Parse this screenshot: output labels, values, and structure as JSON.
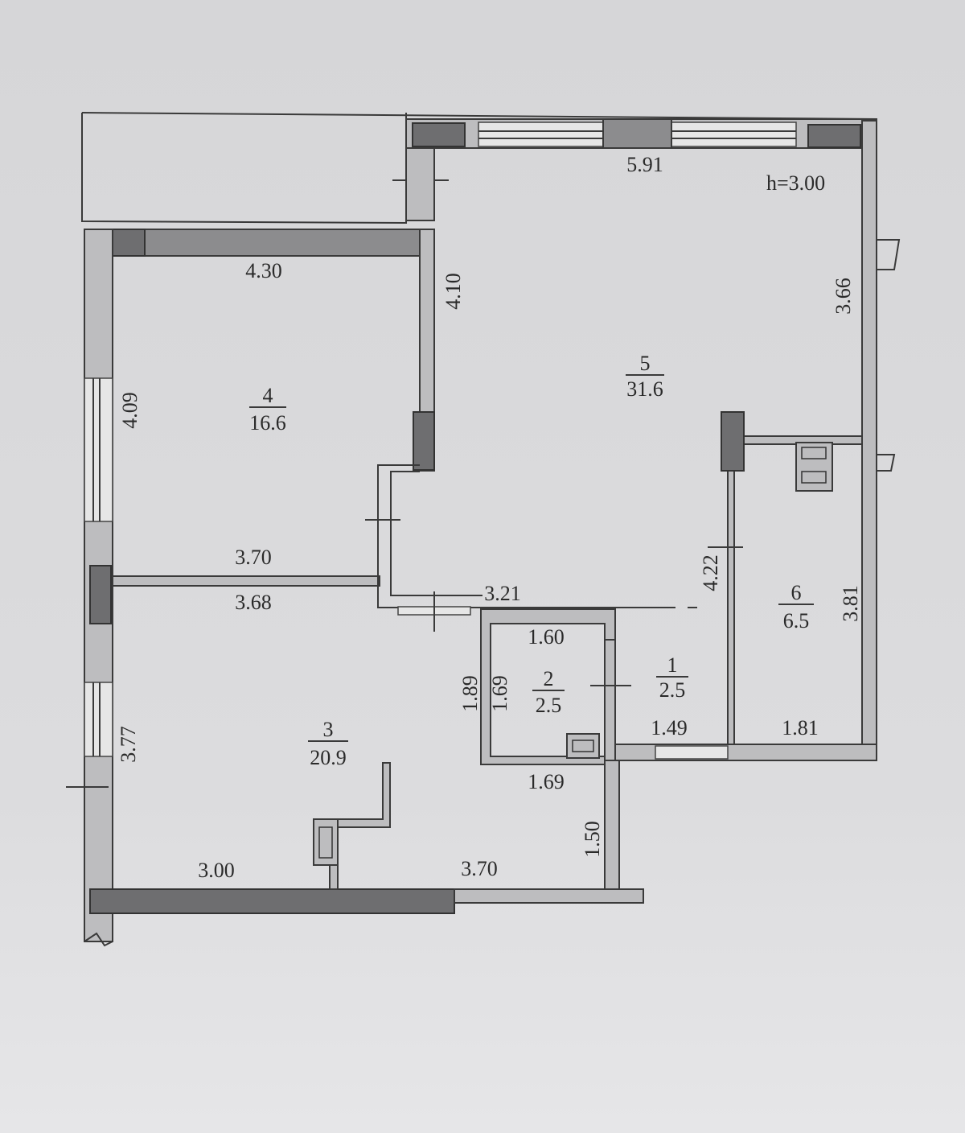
{
  "plan": {
    "ceiling_height": "h=3.00",
    "rooms": [
      {
        "number": "1",
        "area": "2.5"
      },
      {
        "number": "2",
        "area": "2.5"
      },
      {
        "number": "3",
        "area": "20.9"
      },
      {
        "number": "4",
        "area": "16.6"
      },
      {
        "number": "5",
        "area": "31.6"
      },
      {
        "number": "6",
        "area": "6.5"
      }
    ],
    "dimensions": {
      "room5_top": "5.91",
      "room5_right": "3.66",
      "room5_left": "4.10",
      "room4_top": "4.30",
      "room4_left": "4.09",
      "room4_bottom": "3.70",
      "room3_top": "3.68",
      "room3_left": "3.77",
      "room3_bottom_left": "3.00",
      "room3_bottom_right": "3.70",
      "room3_right": "1.50",
      "hall_top": "3.21",
      "room2_top": "1.60",
      "room2_outer_left": "1.89",
      "room2_left": "1.69",
      "room2_bottom": "1.69",
      "room1_bottom": "1.49",
      "room6_left": "4.22",
      "room6_right": "3.81",
      "room6_bottom": "1.81"
    }
  }
}
